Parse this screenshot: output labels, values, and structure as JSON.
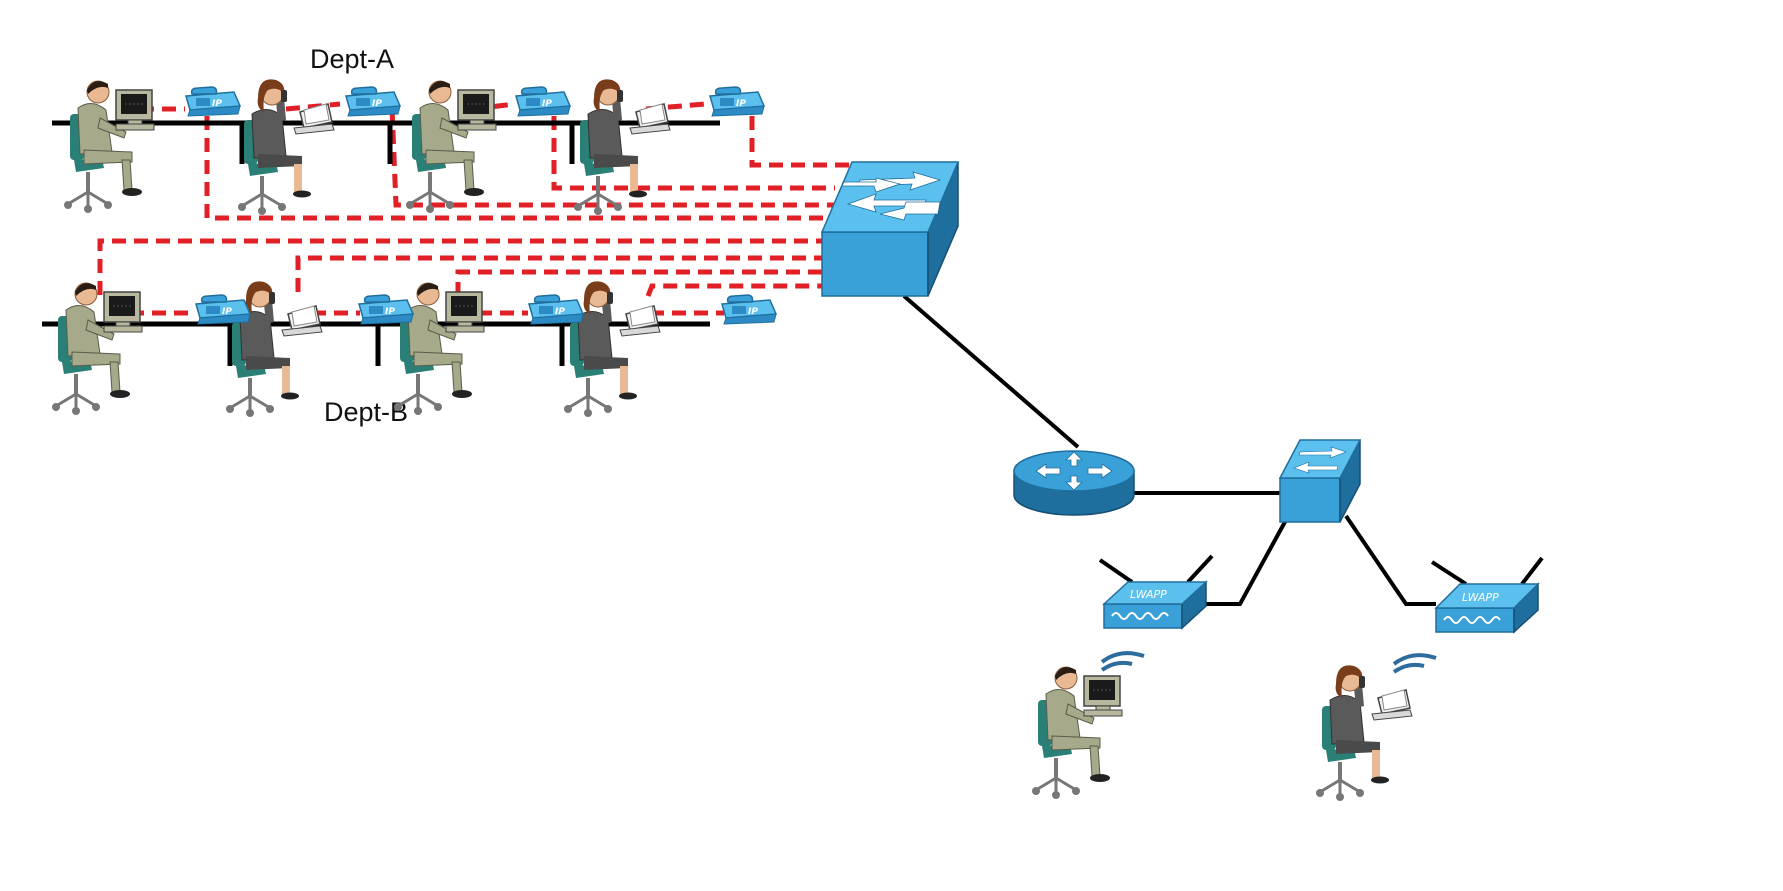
{
  "labels": {
    "dept_a": "Dept-A",
    "dept_b": "Dept-B"
  },
  "ip_phone_label": "IP",
  "access_point_label": "LWAPP",
  "icons": {
    "switch": "switch-icon",
    "router": "router-icon",
    "ip_phone": "ip-phone-icon",
    "access_point": "access-point-icon",
    "male_worker": "man-at-desktop-icon",
    "female_worker": "woman-at-laptop-icon",
    "wireless_waves": "wireless-signal-icon"
  },
  "colors": {
    "cable_red": "#e01f26",
    "device_blue": "#3aa0d8",
    "device_blue_dark": "#1f6f9e",
    "device_blue_top": "#5cc0ee",
    "link_black": "#000000"
  }
}
